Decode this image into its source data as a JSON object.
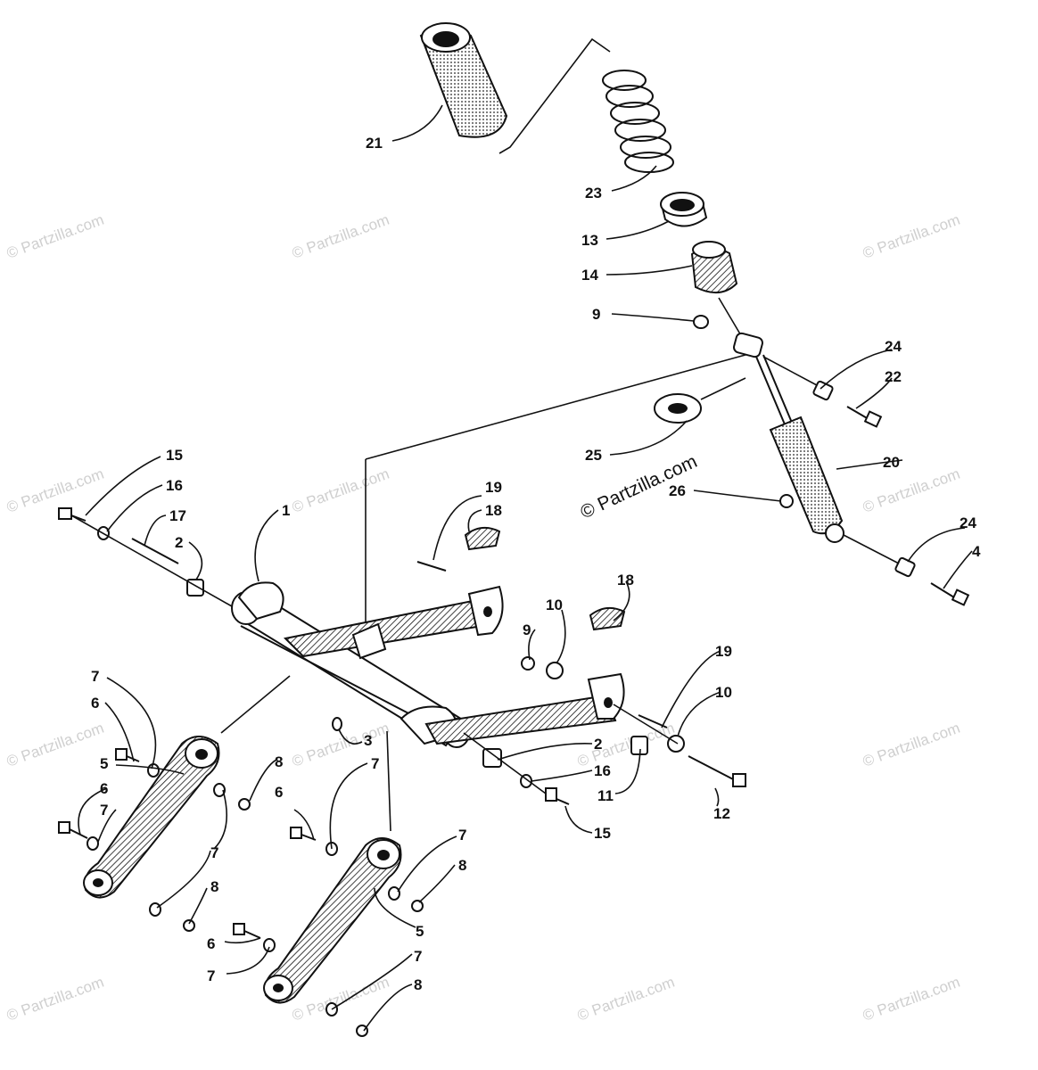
{
  "watermarks": {
    "main": "© Partzilla.com",
    "faint": "© Partzilla.com"
  },
  "callouts": {
    "c21": "21",
    "c23": "23",
    "c13": "13",
    "c14": "14",
    "c9a": "9",
    "c24a": "24",
    "c22": "22",
    "c25": "25",
    "c20": "20",
    "c26": "26",
    "c24b": "24",
    "c4": "4",
    "c15a": "15",
    "c16a": "16",
    "c17": "17",
    "c2a": "2",
    "c1": "1",
    "c19a": "19",
    "c18a": "18",
    "c18b": "18",
    "c10a": "10",
    "c9b": "9",
    "c19b": "19",
    "c10b": "10",
    "c7a": "7",
    "c6a": "6",
    "c3": "3",
    "c2b": "2",
    "c16b": "16",
    "c11": "11",
    "c12": "12",
    "c15b": "15",
    "c5a": "5",
    "c8a": "8",
    "c6b": "6",
    "c7b": "7",
    "c7c": "7",
    "c6c": "6",
    "c7d": "7",
    "c8b": "8",
    "c7e": "7",
    "c8c": "8",
    "c5b": "5",
    "c6d": "6",
    "c7f": "7",
    "c7g": "7",
    "c8d": "8"
  }
}
